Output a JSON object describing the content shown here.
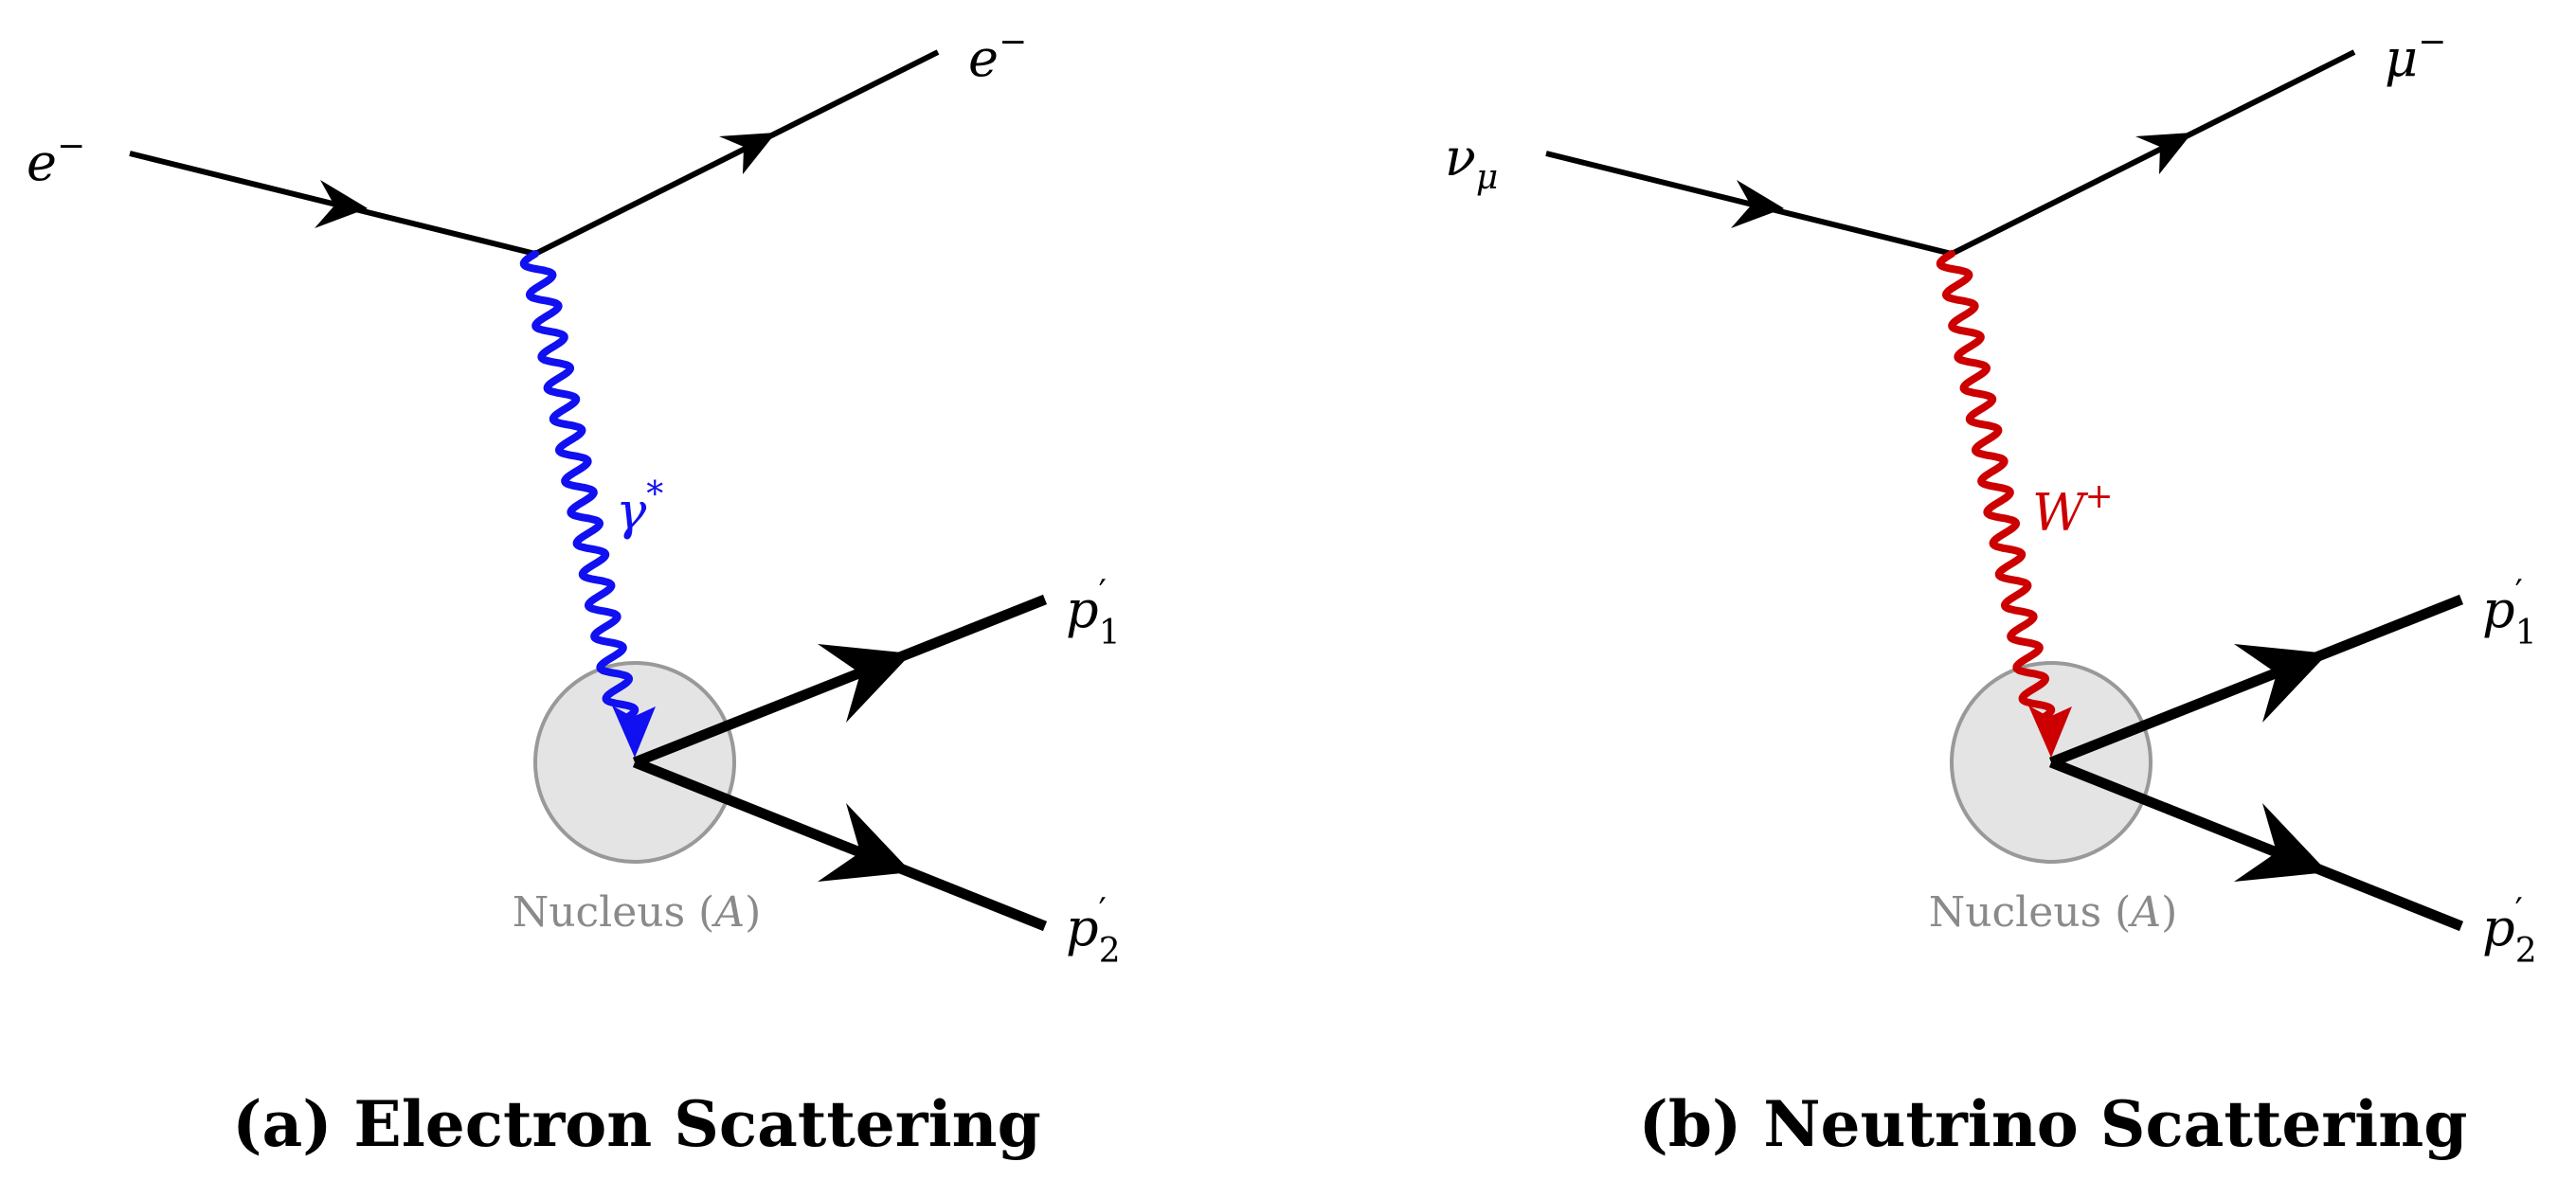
{
  "colors": {
    "fermion": "#000000",
    "photon": "#1010f0",
    "w_boson": "#cc0000",
    "nucleus_fill": "#e4e4e4",
    "nucleus_stroke": "#999999",
    "nucleus_text": "#8a8a8a"
  },
  "panel_a": {
    "incoming_label": "e⁻",
    "outgoing_label": "e⁻",
    "boson_label": "γ*",
    "nucleus_label_prefix": "Nucleus (",
    "nucleus_label_var": "A",
    "nucleus_label_suffix": ")",
    "proton1_label": "p′₁",
    "proton2_label": "p′₂",
    "caption": "(a) Electron Scattering"
  },
  "panel_b": {
    "incoming_label": "νμ",
    "outgoing_label": "μ⁻",
    "boson_label": "W⁺",
    "nucleus_label_prefix": "Nucleus (",
    "nucleus_label_var": "A",
    "nucleus_label_suffix": ")",
    "proton1_label": "p′₁",
    "proton2_label": "p′₂",
    "caption": "(b) Neutrino Scattering"
  }
}
